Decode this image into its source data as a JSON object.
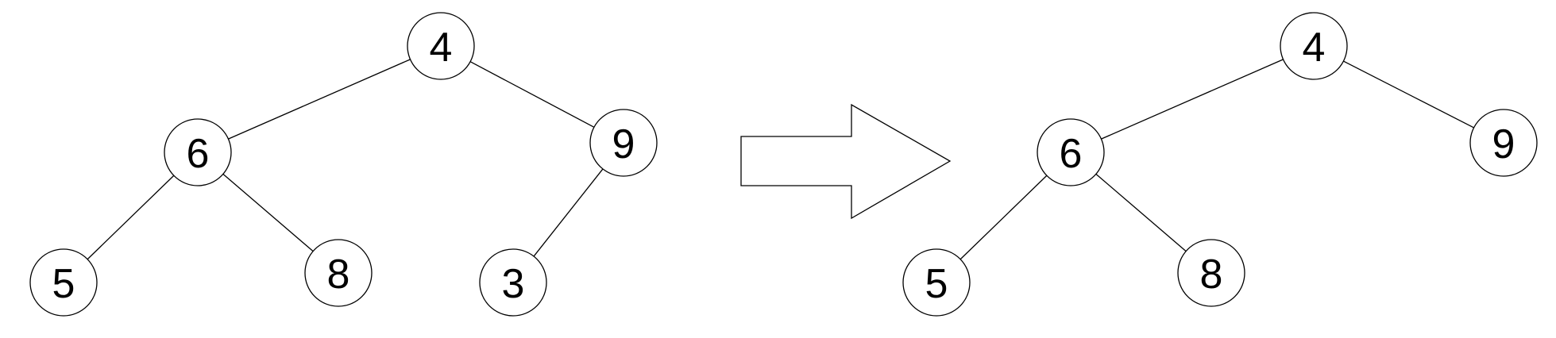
{
  "colors": {
    "background": "#ffffff",
    "stroke": "#000000",
    "node_fill": "#ffffff",
    "text": "#000000"
  },
  "trees": [
    {
      "id": "before",
      "nodes": [
        {
          "id": "root",
          "label": "4"
        },
        {
          "id": "left",
          "label": "6"
        },
        {
          "id": "right",
          "label": "9"
        },
        {
          "id": "left-left",
          "label": "5"
        },
        {
          "id": "left-right",
          "label": "8"
        },
        {
          "id": "right-left",
          "label": "3"
        }
      ],
      "edges": [
        [
          "root",
          "left"
        ],
        [
          "root",
          "right"
        ],
        [
          "left",
          "left-left"
        ],
        [
          "left",
          "left-right"
        ],
        [
          "right",
          "right-left"
        ]
      ]
    },
    {
      "id": "after",
      "nodes": [
        {
          "id": "root",
          "label": "4"
        },
        {
          "id": "left",
          "label": "6"
        },
        {
          "id": "right",
          "label": "9"
        },
        {
          "id": "left-left",
          "label": "5"
        },
        {
          "id": "left-right",
          "label": "8"
        }
      ],
      "edges": [
        [
          "root",
          "left"
        ],
        [
          "root",
          "right"
        ],
        [
          "left",
          "left-left"
        ],
        [
          "left",
          "left-right"
        ]
      ]
    }
  ],
  "transition_arrow": {
    "direction": "right",
    "style": "outline"
  }
}
